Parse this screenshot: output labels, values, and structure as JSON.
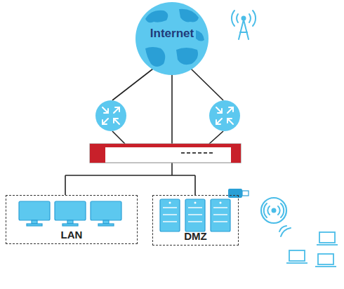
{
  "diagram": {
    "nodes": [
      {
        "text": [
          "Internet"
        ]
      },
      {
        "text": [
          "LAN"
        ]
      },
      {
        "text": [
          "DMZ"
        ]
      }
    ]
  }
}
